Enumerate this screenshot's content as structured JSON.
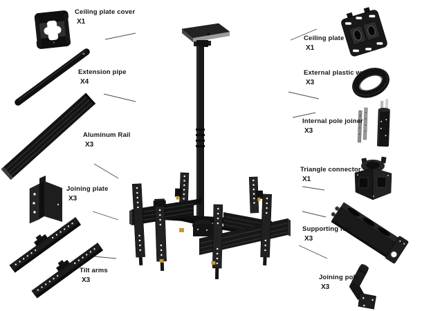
{
  "parts": {
    "left": [
      {
        "id": "ceiling-plate-cover",
        "label": "Ceiling plate cover",
        "qty": "X1"
      },
      {
        "id": "extension-pipe",
        "label": "Extension pipe",
        "qty": "X4"
      },
      {
        "id": "aluminum-rail",
        "label": "Aluminum Rail",
        "qty": "X3"
      },
      {
        "id": "joining-plate",
        "label": "Joining plate",
        "qty": "X3"
      },
      {
        "id": "tilt-arms",
        "label": "Tilt arms",
        "qty": "X3"
      }
    ],
    "right": [
      {
        "id": "ceiling-plate",
        "label": "Ceiling plate",
        "qty": "X1"
      },
      {
        "id": "external-plastic-wrap",
        "label": "External plastic wrap",
        "qty": "X3"
      },
      {
        "id": "internal-pole-joiner",
        "label": "Internal pole joiner",
        "qty": "X3"
      },
      {
        "id": "triangle-connector",
        "label": "Triangle connector",
        "qty": "X1"
      },
      {
        "id": "supporting-rail",
        "label": "Supporting rail",
        "qty": "X3"
      },
      {
        "id": "joining-pole",
        "label": "Joining pole",
        "qty": "X3"
      }
    ]
  },
  "colors": {
    "background": "#ffffff",
    "part_black": "#1a1a1a",
    "metal_gray": "#959595",
    "accent_gold": "#c49a2a",
    "text": "#141414",
    "leader_line": "#4a4a4a"
  }
}
